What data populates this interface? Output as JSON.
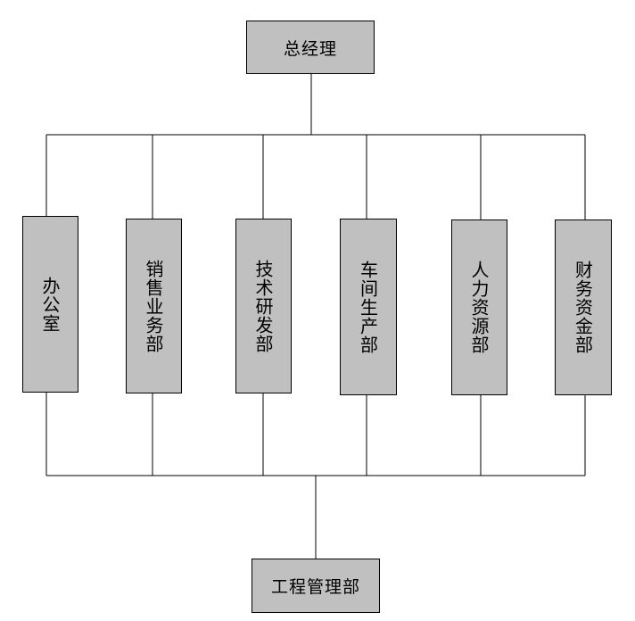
{
  "top": {
    "label": "总经理"
  },
  "departments": [
    {
      "label": "办公室"
    },
    {
      "label": "销售业务部"
    },
    {
      "label": "技术研发部"
    },
    {
      "label": "车间生产部"
    },
    {
      "label": "人力资源部"
    },
    {
      "label": "财务资金部"
    }
  ],
  "bottom": {
    "label": "工程管理部"
  },
  "colors": {
    "box_fill": "#c0c0c0",
    "line": "#000000",
    "background": "#ffffff"
  }
}
